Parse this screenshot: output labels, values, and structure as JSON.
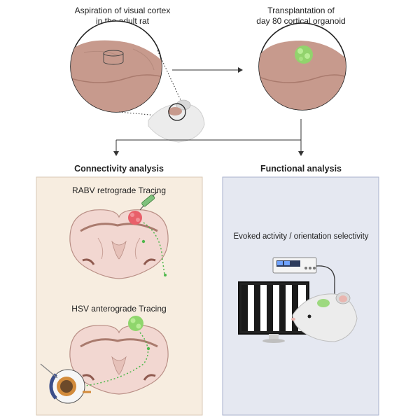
{
  "top": {
    "left_caption": [
      "Aspiration of  visual cortex",
      "in the adult rat"
    ],
    "right_caption": [
      "Transplantation of",
      "day 80 cortical organoid"
    ]
  },
  "left_panel": {
    "heading": "Connectivity analysis",
    "rabv_label": "RABV retrograde Tracing",
    "hsv_label": "HSV anterograde Tracing"
  },
  "right_panel": {
    "heading": "Functional analysis",
    "evoked_label": "Evoked activity / orientation selectivity"
  },
  "colors": {
    "brain": "#c79a8d",
    "panel_left_bg": "#f7ede0",
    "panel_right_bg": "#e5e8f1",
    "organoid_green": "#8fd66c",
    "organoid_red": "#e8606a",
    "tracer_green": "#5cc05a"
  }
}
